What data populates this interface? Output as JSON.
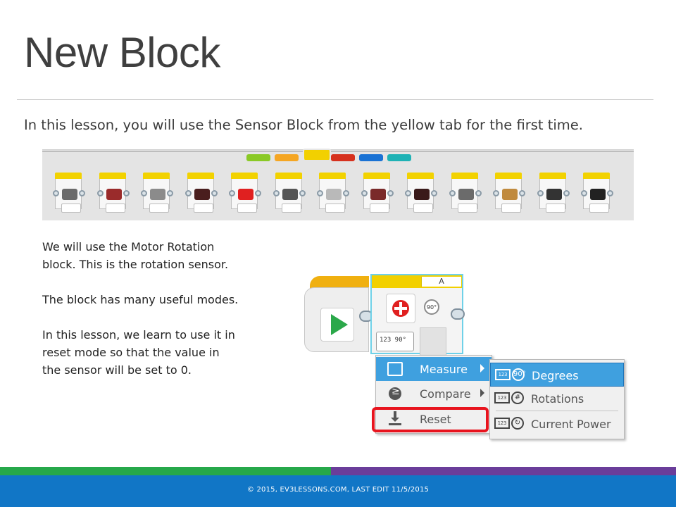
{
  "title": "New Block",
  "intro": "In this lesson, you will use the Sensor Block from the yellow tab for the first time.",
  "palette": {
    "tabs": [
      {
        "color": "#8ac926"
      },
      {
        "color": "#f5a623"
      },
      {
        "color": "#f2d000",
        "selected": true
      },
      {
        "color": "#d6311e"
      },
      {
        "color": "#1a72d4"
      },
      {
        "color": "#1fb2b5"
      }
    ],
    "blocks": [
      {
        "icon": "brick-buttons-icon",
        "color": "#6b6b6b"
      },
      {
        "icon": "color-sensor-icon",
        "color": "#9a2b2b"
      },
      {
        "icon": "gyro-sensor-icon",
        "color": "#8b8b8b"
      },
      {
        "icon": "infrared-sensor-icon",
        "color": "#4a1e1e"
      },
      {
        "icon": "motor-rotation-icon",
        "color": "#e02020"
      },
      {
        "icon": "temperature-sensor-icon",
        "color": "#555555"
      },
      {
        "icon": "timer-icon",
        "color": "#b9b9b9"
      },
      {
        "icon": "touch-sensor-icon",
        "color": "#7a2a2a"
      },
      {
        "icon": "ultrasonic-sensor-icon",
        "color": "#3a1a1a"
      },
      {
        "icon": "energy-meter-icon",
        "color": "#6b6b6b"
      },
      {
        "icon": "nxt-sound-sensor-icon",
        "color": "#c08a3e"
      },
      {
        "icon": "messaging-icon",
        "color": "#333333"
      },
      {
        "icon": "bluetooth-icon",
        "color": "#222222"
      }
    ]
  },
  "body": {
    "p1_line1": "We will use the Motor Rotation",
    "p1_line2": "block.  This is the rotation sensor.",
    "p2": "The block has many useful modes.",
    "p3_line1": "In this lesson, we learn to use it in",
    "p3_line2": "reset mode so that the value in",
    "p3_line3": "the sensor will be set to 0."
  },
  "block": {
    "port": "A",
    "degree_badge": "90°",
    "mode_tile": "123  90°"
  },
  "menu": {
    "items": [
      {
        "label": "Measure",
        "active": true,
        "icon": "measure-icon"
      },
      {
        "label": "Compare",
        "active": false,
        "icon": "compare-icon"
      },
      {
        "label": "Reset",
        "active": false,
        "icon": "reset-icon"
      }
    ]
  },
  "submenu": {
    "items": [
      {
        "label": "Degrees",
        "active": true,
        "icon_text": "90°"
      },
      {
        "label": "Rotations",
        "active": false,
        "icon_text": "#"
      },
      {
        "label": "Current Power",
        "active": false,
        "icon_text": "↻"
      }
    ]
  },
  "footer": "© 2015, EV3LESSONS.COM, LAST EDIT 11/5/2015"
}
